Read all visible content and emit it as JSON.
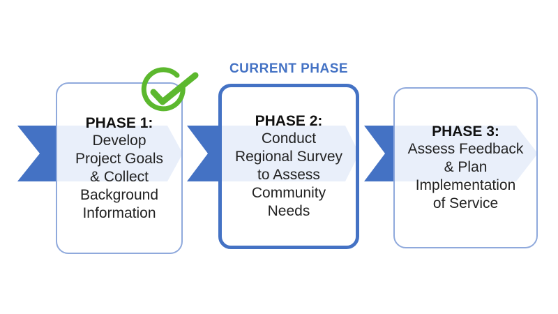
{
  "header": {
    "current_label": "CURRENT PHASE"
  },
  "colors": {
    "accent": "#4472c4",
    "check": "#5cb82e",
    "band": "#e9effa"
  },
  "phases": [
    {
      "title": "PHASE 1:",
      "description": "Develop\nProject Goals\n& Collect\nBackground\nInformation",
      "status": "complete",
      "status_icon": "check-circle-icon"
    },
    {
      "title": "PHASE 2:",
      "description": "Conduct\nRegional Survey\nto Assess\nCommunity\nNeeds",
      "status": "current"
    },
    {
      "title": "PHASE 3:",
      "description": "Assess Feedback\n& Plan\nImplementation\nof Service",
      "status": "upcoming"
    }
  ]
}
